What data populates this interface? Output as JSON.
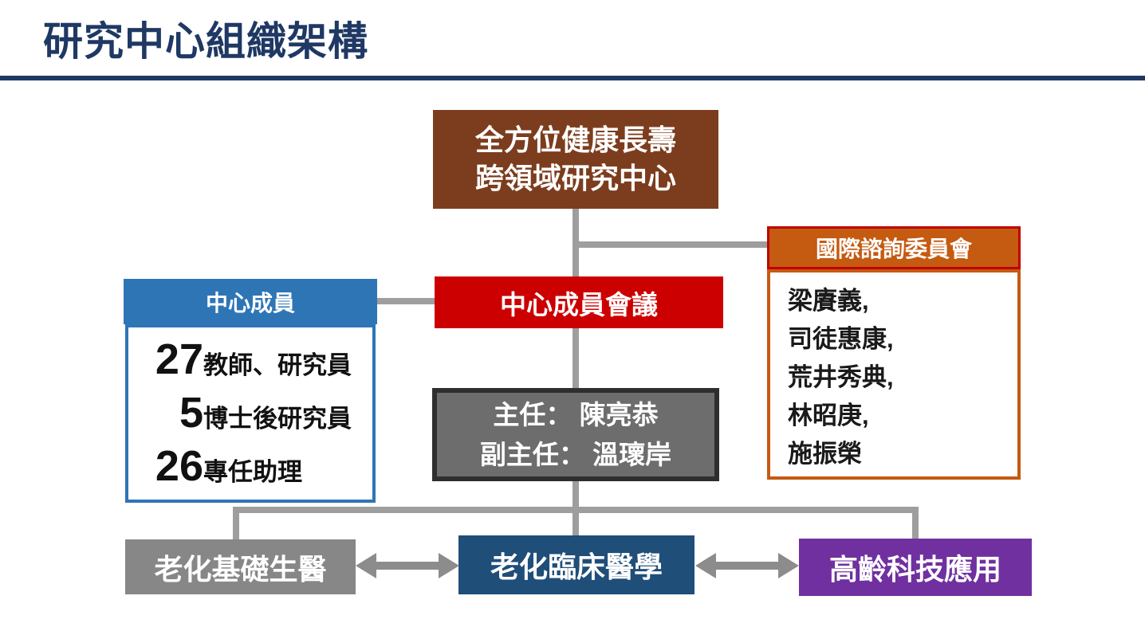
{
  "title": "研究中心組織架構",
  "colors": {
    "title_navy": "#1F3864",
    "root_brown": "#7C3D1E",
    "council_red": "#CC0000",
    "advisory_orange": "#C55A11",
    "advisory_border_red": "#C00000",
    "members_blue": "#2E75B6",
    "leader_gray": "#6D6D6D",
    "leader_border": "#2E2E2E",
    "division_gray": "#878787",
    "division_dark_blue": "#1F4E79",
    "division_purple": "#7030A0",
    "connector_gray": "#9E9E9E",
    "arrow_gray": "#8C8C8C"
  },
  "org": {
    "root": {
      "line1": "全方位健康長壽",
      "line2": "跨領域研究中心"
    },
    "advisory": {
      "title": "國際諮詢委員會",
      "members": [
        "梁賡義,",
        "司徒惠康,",
        "荒井秀典,",
        "林昭庚,",
        "施振榮"
      ]
    },
    "council": {
      "label": "中心成員會議"
    },
    "members_panel": {
      "title": "中心成員",
      "rows": [
        {
          "count": "27",
          "label": "教師、研究員"
        },
        {
          "count": "5",
          "label": "博士後研究員"
        },
        {
          "count": "26",
          "label": "專任助理"
        }
      ]
    },
    "leadership": {
      "line1": "主任： 陳亮恭",
      "line2": "副主任： 溫瓌岸"
    },
    "divisions": [
      {
        "label": "老化基礎生醫"
      },
      {
        "label": "老化臨床醫學"
      },
      {
        "label": "高齡科技應用"
      }
    ]
  }
}
